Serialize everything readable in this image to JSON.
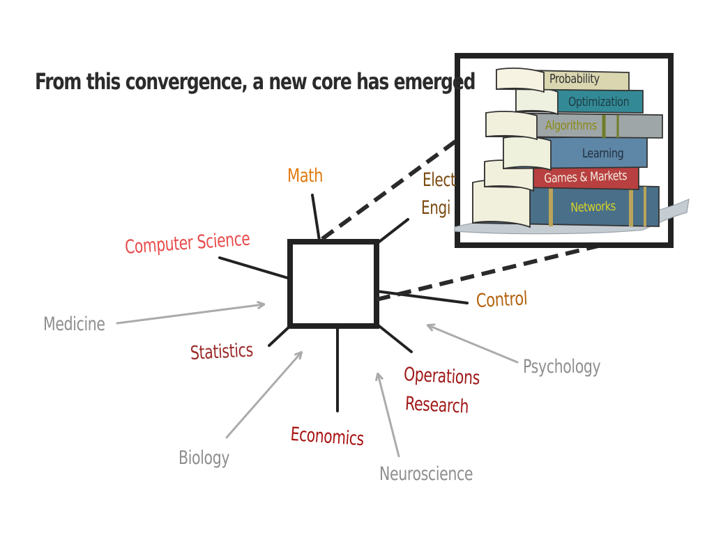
{
  "title": "From this convergence, a new core has emerged",
  "fields": {
    "math": "Math",
    "electrical_engineering_line1": "Elect",
    "electrical_engineering_line2": "Engi",
    "computer_science": "Computer Science",
    "control": "Control",
    "statistics": "Statistics",
    "operations_research_line1": "Operations",
    "operations_research_line2": "Research",
    "economics": "Economics"
  },
  "influences": {
    "medicine": "Medicine",
    "psychology": "Psychology",
    "biology": "Biology",
    "neuroscience": "Neuroscience"
  },
  "books": [
    "Probability",
    "Optimization",
    "Algorithms",
    "Learning",
    "Games & Markets",
    "Networks"
  ],
  "colors": {
    "math": "#e07b12",
    "electrical_engineering": "#7a4a10",
    "computer_science": "#e84a4a",
    "control": "#b3620f",
    "statistics": "#9a2a2a",
    "operations_research": "#a01818",
    "economics": "#a81212",
    "influence": "#8e8e8e",
    "title": "#2b2b2b"
  }
}
